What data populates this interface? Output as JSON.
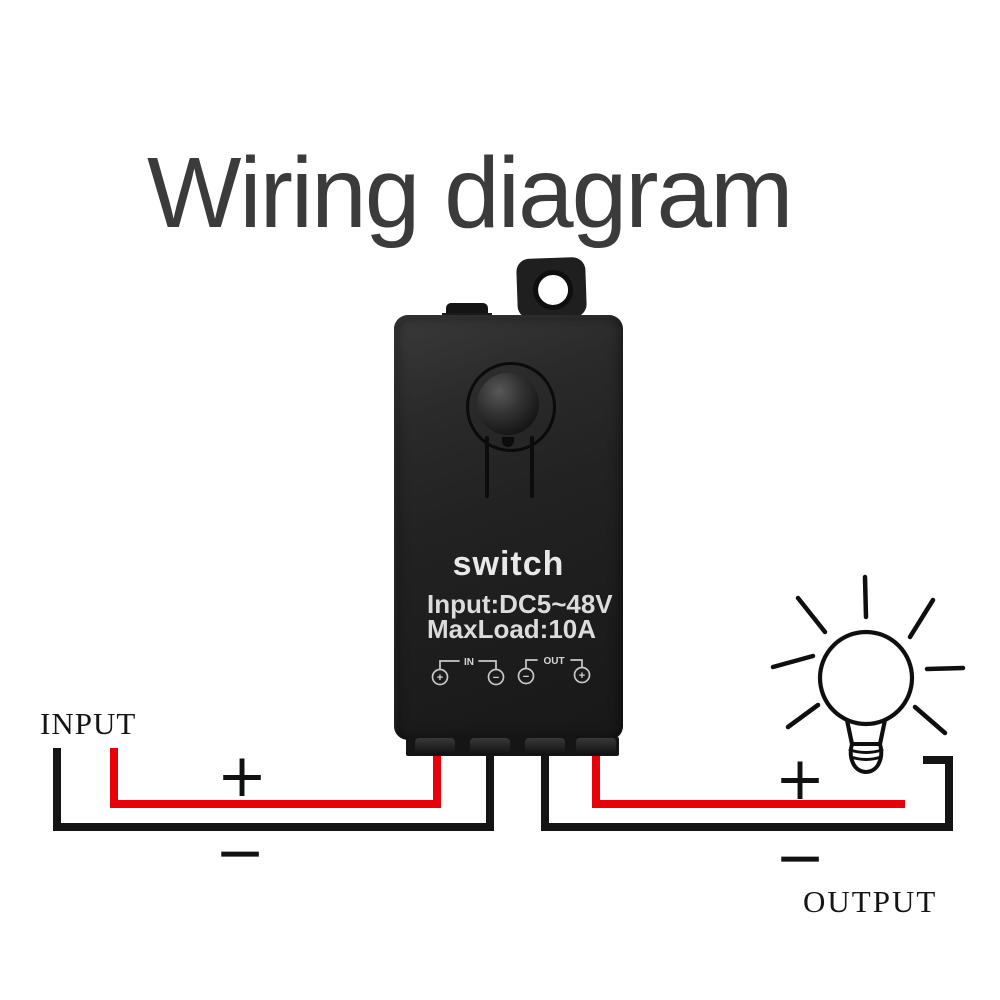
{
  "title": {
    "text": "Wiring diagram"
  },
  "device": {
    "name": "switch",
    "spec_input": "Input:DC5~48V",
    "spec_maxload": "MaxLoad:10A",
    "terminals": {
      "in_label": "IN",
      "out_label": "OUT",
      "in_left_polarity": "+",
      "in_right_polarity": "−",
      "out_left_polarity": "−",
      "out_right_polarity": "+"
    }
  },
  "input_section": {
    "label": "INPUT",
    "positive": "+",
    "negative": "−"
  },
  "output_section": {
    "label": "OUTPUT",
    "positive": "+",
    "negative": "−"
  },
  "icons": {
    "bulb": "light-bulb-icon",
    "mounting_hole": "screw-hole"
  },
  "colors": {
    "positive_wire": "#e8000a",
    "negative_wire": "#141414",
    "device_body": "#222222",
    "device_text": "#e9e9e9",
    "title_text": "#3b3b3b"
  }
}
